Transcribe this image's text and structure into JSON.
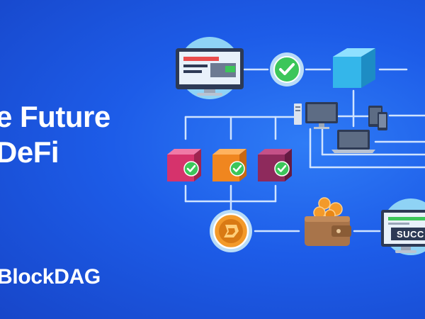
{
  "headline": {
    "line1": "e Future",
    "line2": "DeFi"
  },
  "brand": {
    "name": "BlockDAG"
  },
  "diagram": {
    "success_label": "SUCC"
  },
  "colors": {
    "background": "#1d5ce8",
    "connector": "#cfe3ff",
    "check": "#3cc65a",
    "cube_pink": "#d6336c",
    "cube_orange": "#f0861f",
    "cube_plum": "#8e2a5c",
    "cube_blue": "#34b6ea",
    "coin": "#f39a2a",
    "wallet": "#a8744a"
  },
  "icons": [
    "monitor-icon",
    "check-icon",
    "cube-icon",
    "desktop-icon",
    "phone-icon",
    "tablet-icon",
    "laptop-icon",
    "coin-icon",
    "wallet-icon"
  ]
}
